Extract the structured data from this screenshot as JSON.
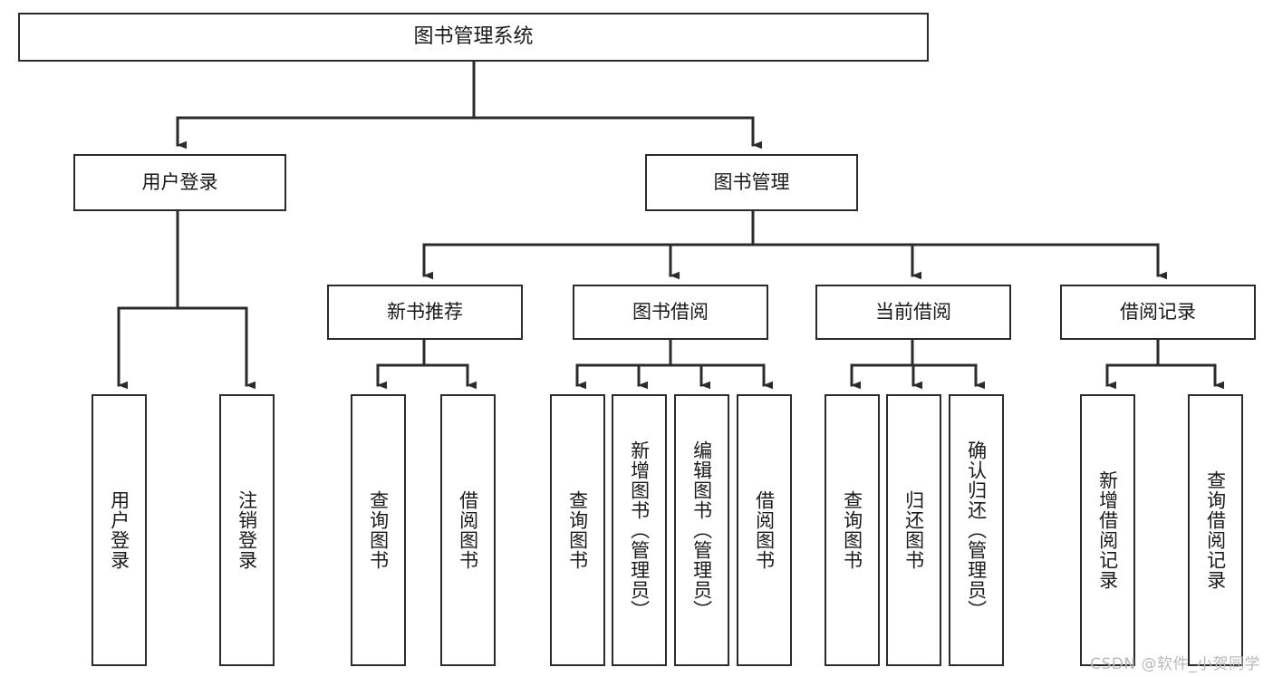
{
  "diagram": {
    "type": "tree-hierarchy-diagram",
    "title": "图书管理系统",
    "watermark": "CSDN @软件_小贺同学",
    "colors": {
      "box_border": "#2b2b2b",
      "box_fill": "#ffffff",
      "connector": "#2b2b2b",
      "text": "#1a1a1a",
      "watermark": "#b9b9b9",
      "background": "#ffffff"
    },
    "root": {
      "label": "图书管理系统"
    },
    "level2": [
      {
        "id": "user-login",
        "label": "用户登录"
      },
      {
        "id": "book-management",
        "label": "图书管理"
      }
    ],
    "level3": [
      {
        "id": "new-book-recommend",
        "label": "新书推荐",
        "parent": "book-management"
      },
      {
        "id": "book-borrow",
        "label": "图书借阅",
        "parent": "book-management"
      },
      {
        "id": "current-borrow",
        "label": "当前借阅",
        "parent": "book-management"
      },
      {
        "id": "borrow-record",
        "label": "借阅记录",
        "parent": "book-management"
      }
    ],
    "leaves": [
      {
        "id": "leaf-user-login",
        "label": "用户登录",
        "parent": "user-login"
      },
      {
        "id": "leaf-user-logout",
        "label": "注销登录",
        "parent": "user-login"
      },
      {
        "id": "leaf-query-book-1",
        "label": "查询图书",
        "parent": "new-book-recommend"
      },
      {
        "id": "leaf-borrow-book-1",
        "label": "借阅图书",
        "parent": "new-book-recommend"
      },
      {
        "id": "leaf-query-book-2",
        "label": "查询图书",
        "parent": "book-borrow"
      },
      {
        "id": "leaf-add-book",
        "label": "新增图书（管理员）",
        "parent": "book-borrow"
      },
      {
        "id": "leaf-edit-book",
        "label": "编辑图书（管理员）",
        "parent": "book-borrow"
      },
      {
        "id": "leaf-borrow-book-2",
        "label": "借阅图书",
        "parent": "book-borrow"
      },
      {
        "id": "leaf-query-book-3",
        "label": "查询图书",
        "parent": "current-borrow"
      },
      {
        "id": "leaf-return-book",
        "label": "归还图书",
        "parent": "current-borrow"
      },
      {
        "id": "leaf-confirm-return",
        "label": "确认归还（管理员）",
        "parent": "current-borrow"
      },
      {
        "id": "leaf-add-record",
        "label": "新增借阅记录",
        "parent": "borrow-record"
      },
      {
        "id": "leaf-query-record",
        "label": "查询借阅记录",
        "parent": "borrow-record"
      }
    ]
  }
}
